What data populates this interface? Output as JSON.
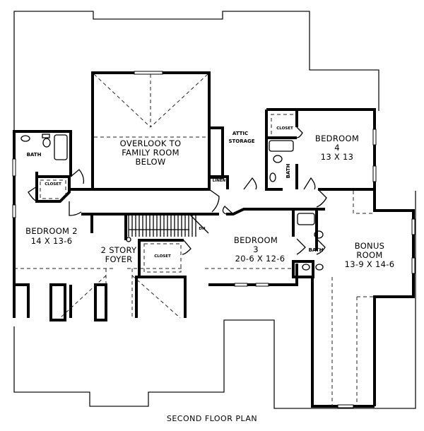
{
  "plan_title": "SECOND FLOOR PLAN",
  "rooms": {
    "overlook": {
      "lines": [
        "OVERLOOK TO",
        "FAMILY ROOM",
        "BELOW"
      ]
    },
    "attic": {
      "lines": [
        "ATTIC",
        "STORAGE"
      ]
    },
    "bedroom4": {
      "lines": [
        "BEDROOM",
        "4",
        "13 X 13"
      ]
    },
    "bedroom2": {
      "lines": [
        "BEDROOM 2",
        "14 X 13-6"
      ]
    },
    "foyer": {
      "lines": [
        "2 STORY",
        "FOYER"
      ]
    },
    "bedroom3": {
      "lines": [
        "BEDROOM",
        "3",
        "20-6 X 12-6"
      ]
    },
    "bonus": {
      "lines": [
        "BONUS",
        "ROOM",
        "13-9 X 14-6"
      ]
    }
  },
  "labels": {
    "bath": "BATH",
    "closet": "CLOSET",
    "linen": "LINEN",
    "down": "DN"
  }
}
